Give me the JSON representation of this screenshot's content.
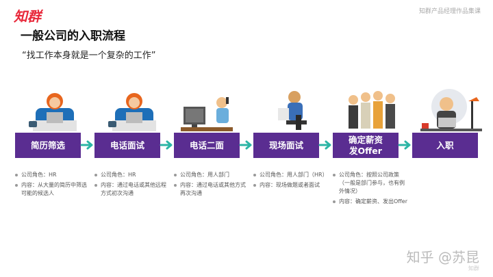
{
  "header": {
    "brand": "知群",
    "top_right": "知群产品经理作品集课",
    "title": "一般公司的入职流程",
    "subtitle": "“找工作本身就是一个复杂的工作”"
  },
  "colors": {
    "step_bg": "#5a2d91",
    "arrow": "#2bb5a5",
    "brand": "#e8283a"
  },
  "steps": [
    {
      "label": "简历筛选",
      "notes": [
        "公司角色：HR",
        "内容：从大量的简历中筛选可能的候选人"
      ]
    },
    {
      "label": "电话面试",
      "notes": [
        "公司角色：HR",
        "内容：通过电话或其他远程方式初次沟通"
      ]
    },
    {
      "label": "电话二面",
      "notes": [
        "公司角色：用人部门",
        "内容：通过电话或其他方式再次沟通"
      ]
    },
    {
      "label": "现场面试",
      "notes": [
        "公司角色：用人部门（HR）",
        "内容：现场做题或者面试"
      ]
    },
    {
      "label_line1": "确定薪资",
      "label_line2": "发Offer",
      "notes": [
        "公司角色：按照公司政策（一般是部门参与，也有例外情况）",
        "内容：确定薪资、发出Offer"
      ]
    },
    {
      "label": "入职",
      "notes": []
    }
  ],
  "watermark": {
    "text": "知乎 @苏昆",
    "sub": "知群"
  }
}
